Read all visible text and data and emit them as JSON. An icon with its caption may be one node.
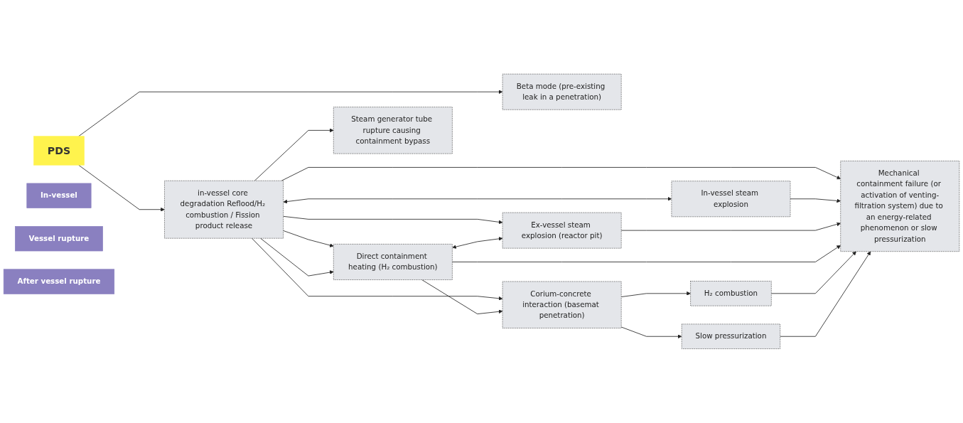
{
  "diagram": {
    "nodes": [
      {
        "text": [
          "In-vessel"
        ]
      },
      {
        "text": [
          "Vessel rupture"
        ]
      },
      {
        "text": [
          "After vessel rupture"
        ]
      },
      {
        "text": [
          "PDS"
        ]
      },
      {
        "text": [
          "Beta mode (pre-existing leak in a penetration)"
        ]
      },
      {
        "text": [
          "in-vessel core degradation Reflood/H₂ combustion / Fission product release"
        ]
      },
      {
        "text": [
          "Direct containment heating (H₂ combustion)"
        ]
      },
      {
        "text": [
          "Corium-concrete interaction (basemat penetration)"
        ]
      },
      {
        "text": [
          "In-vessel steam explosion"
        ]
      },
      {
        "text": [
          "Ex-vessel steam explosion (reactor pit)"
        ]
      },
      {
        "text": [
          "H₂ combustion"
        ]
      },
      {
        "text": [
          "Slow pressurization"
        ]
      },
      {
        "text": [
          "Steam generator tube rupture causing containment bypass"
        ]
      },
      {
        "text": [
          "Mechanical containment failure (or activation of venting-filtration system) due to an energy-related phenomenon or slow pressurization"
        ]
      }
    ],
    "edges": [
      {
        "from": 3,
        "to": 4,
        "arrow": "to"
      },
      {
        "from": 3,
        "to": 5,
        "arrow": "to"
      },
      {
        "from": 5,
        "to": 6,
        "arrow": "to"
      },
      {
        "from": 5,
        "to": 6,
        "arrow": "to"
      },
      {
        "from": 5,
        "to": 7,
        "arrow": "to"
      },
      {
        "from": 5,
        "to": 9,
        "arrow": "to"
      },
      {
        "from": 6,
        "to": 7,
        "arrow": "to"
      },
      {
        "from": 5,
        "to": 8,
        "arrow": "both"
      },
      {
        "from": 6,
        "to": 9,
        "arrow": "both"
      },
      {
        "from": 7,
        "to": 10,
        "arrow": "to"
      },
      {
        "from": 7,
        "to": 11,
        "arrow": "to"
      },
      {
        "from": 5,
        "to": 12,
        "arrow": "to"
      },
      {
        "from": 5,
        "to": 13,
        "arrow": "to"
      },
      {
        "from": 8,
        "to": 13,
        "arrow": "to"
      },
      {
        "from": 9,
        "to": 13,
        "arrow": "to"
      },
      {
        "from": 6,
        "to": 13,
        "arrow": "to"
      },
      {
        "from": 10,
        "to": 13,
        "arrow": "to"
      },
      {
        "from": 11,
        "to": 13,
        "arrow": "to"
      }
    ]
  }
}
